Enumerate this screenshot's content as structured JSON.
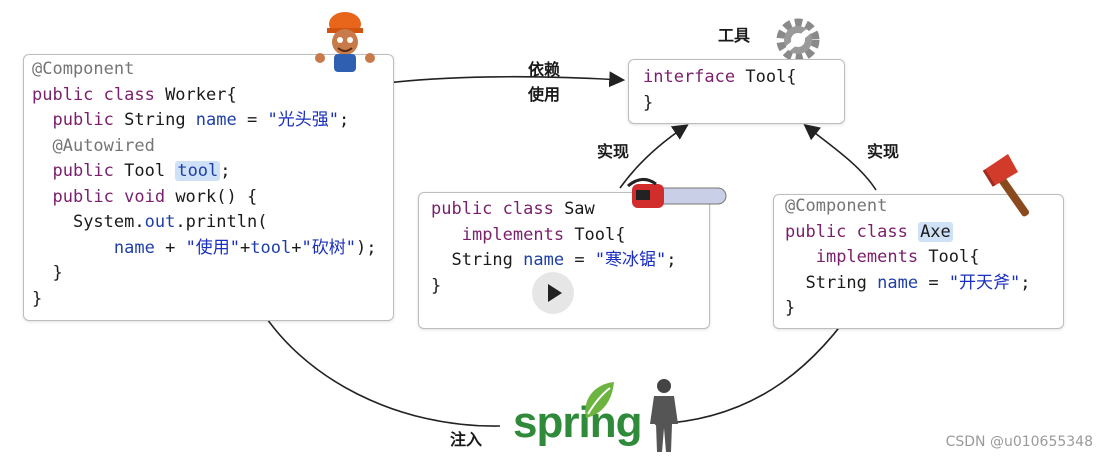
{
  "labels": {
    "tool_title": "工具",
    "depend_line1": "依赖",
    "depend_line2": "使用",
    "implement_saw": "实现",
    "implement_axe": "实现",
    "inject": "注入",
    "spring_logo": "spring"
  },
  "worker_box": {
    "lines": [
      "@Component",
      "public class Worker{",
      "public String name = \"光头强\";",
      "@Autowired",
      "public Tool tool;",
      "public void work() {",
      "System.out.println(",
      "name + \"使用\"+tool+\"砍树\");",
      "}",
      "}"
    ],
    "highlighted": "tool"
  },
  "tool_box": {
    "lines": [
      "interface Tool{",
      "}"
    ]
  },
  "saw_box": {
    "lines": [
      "public class Saw",
      "implements Tool{",
      "String name = \"寒冰锯\";",
      "}"
    ]
  },
  "axe_box": {
    "lines": [
      "@Component",
      "public class Axe",
      "implements Tool{",
      "String name = \"开天斧\";",
      "}"
    ],
    "highlighted": "Axe"
  },
  "icons": [
    "worker-mascot-icon",
    "gear-wrench-icon",
    "chainsaw-icon",
    "axe-icon",
    "spring-leaf-icon",
    "person-silhouette-icon",
    "play-button-icon"
  ],
  "colors": {
    "keyword": "#7a1f6b",
    "field": "#1f3fa6",
    "string": "#1a2fbf",
    "annotation": "#757575",
    "highlight": "#cfe1f7",
    "spring_green": "#2f8a3a"
  },
  "watermark": "CSDN @u010655348"
}
